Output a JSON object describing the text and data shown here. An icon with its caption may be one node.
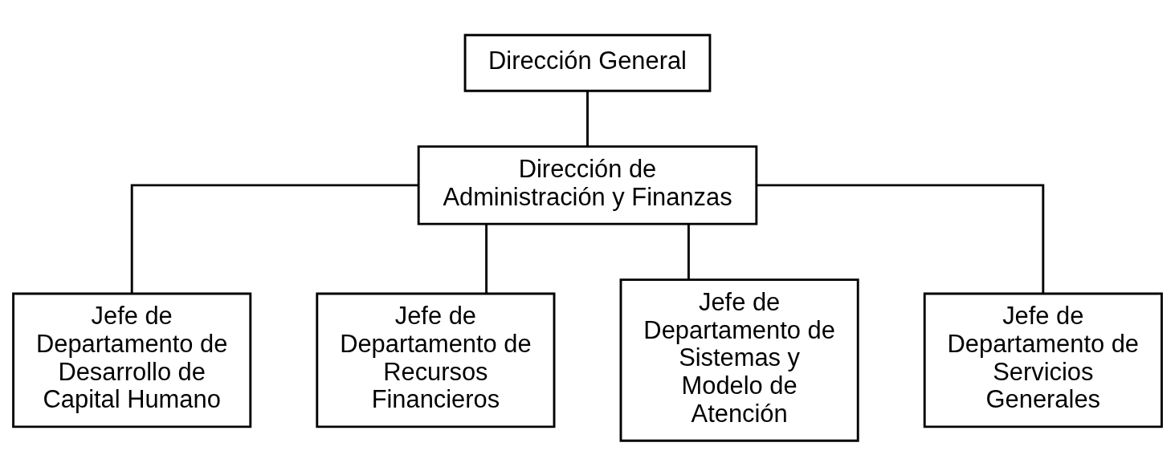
{
  "diagram": {
    "nodes": [
      {
        "text": [
          "Dirección General"
        ]
      },
      {
        "text": [
          "Dirección de Administración y Finanzas"
        ]
      },
      {
        "text": [
          "Jefe de Departamento de Desarrollo de Capital Humano"
        ]
      },
      {
        "text": [
          "Jefe de Departamento de Recursos Financieros"
        ]
      },
      {
        "text": [
          "Jefe de Departamento de Sistemas y Modelo de Atención"
        ]
      },
      {
        "text": [
          "Jefe de Departamento de Servicios Generales"
        ]
      }
    ],
    "edges": [
      {
        "from": 0,
        "to": 1,
        "arrow": "none"
      },
      {
        "from": 1,
        "to": 2,
        "arrow": "none"
      },
      {
        "from": 1,
        "to": 3,
        "arrow": "none"
      },
      {
        "from": 1,
        "to": 4,
        "arrow": "none"
      },
      {
        "from": 1,
        "to": 5,
        "arrow": "none"
      }
    ]
  }
}
